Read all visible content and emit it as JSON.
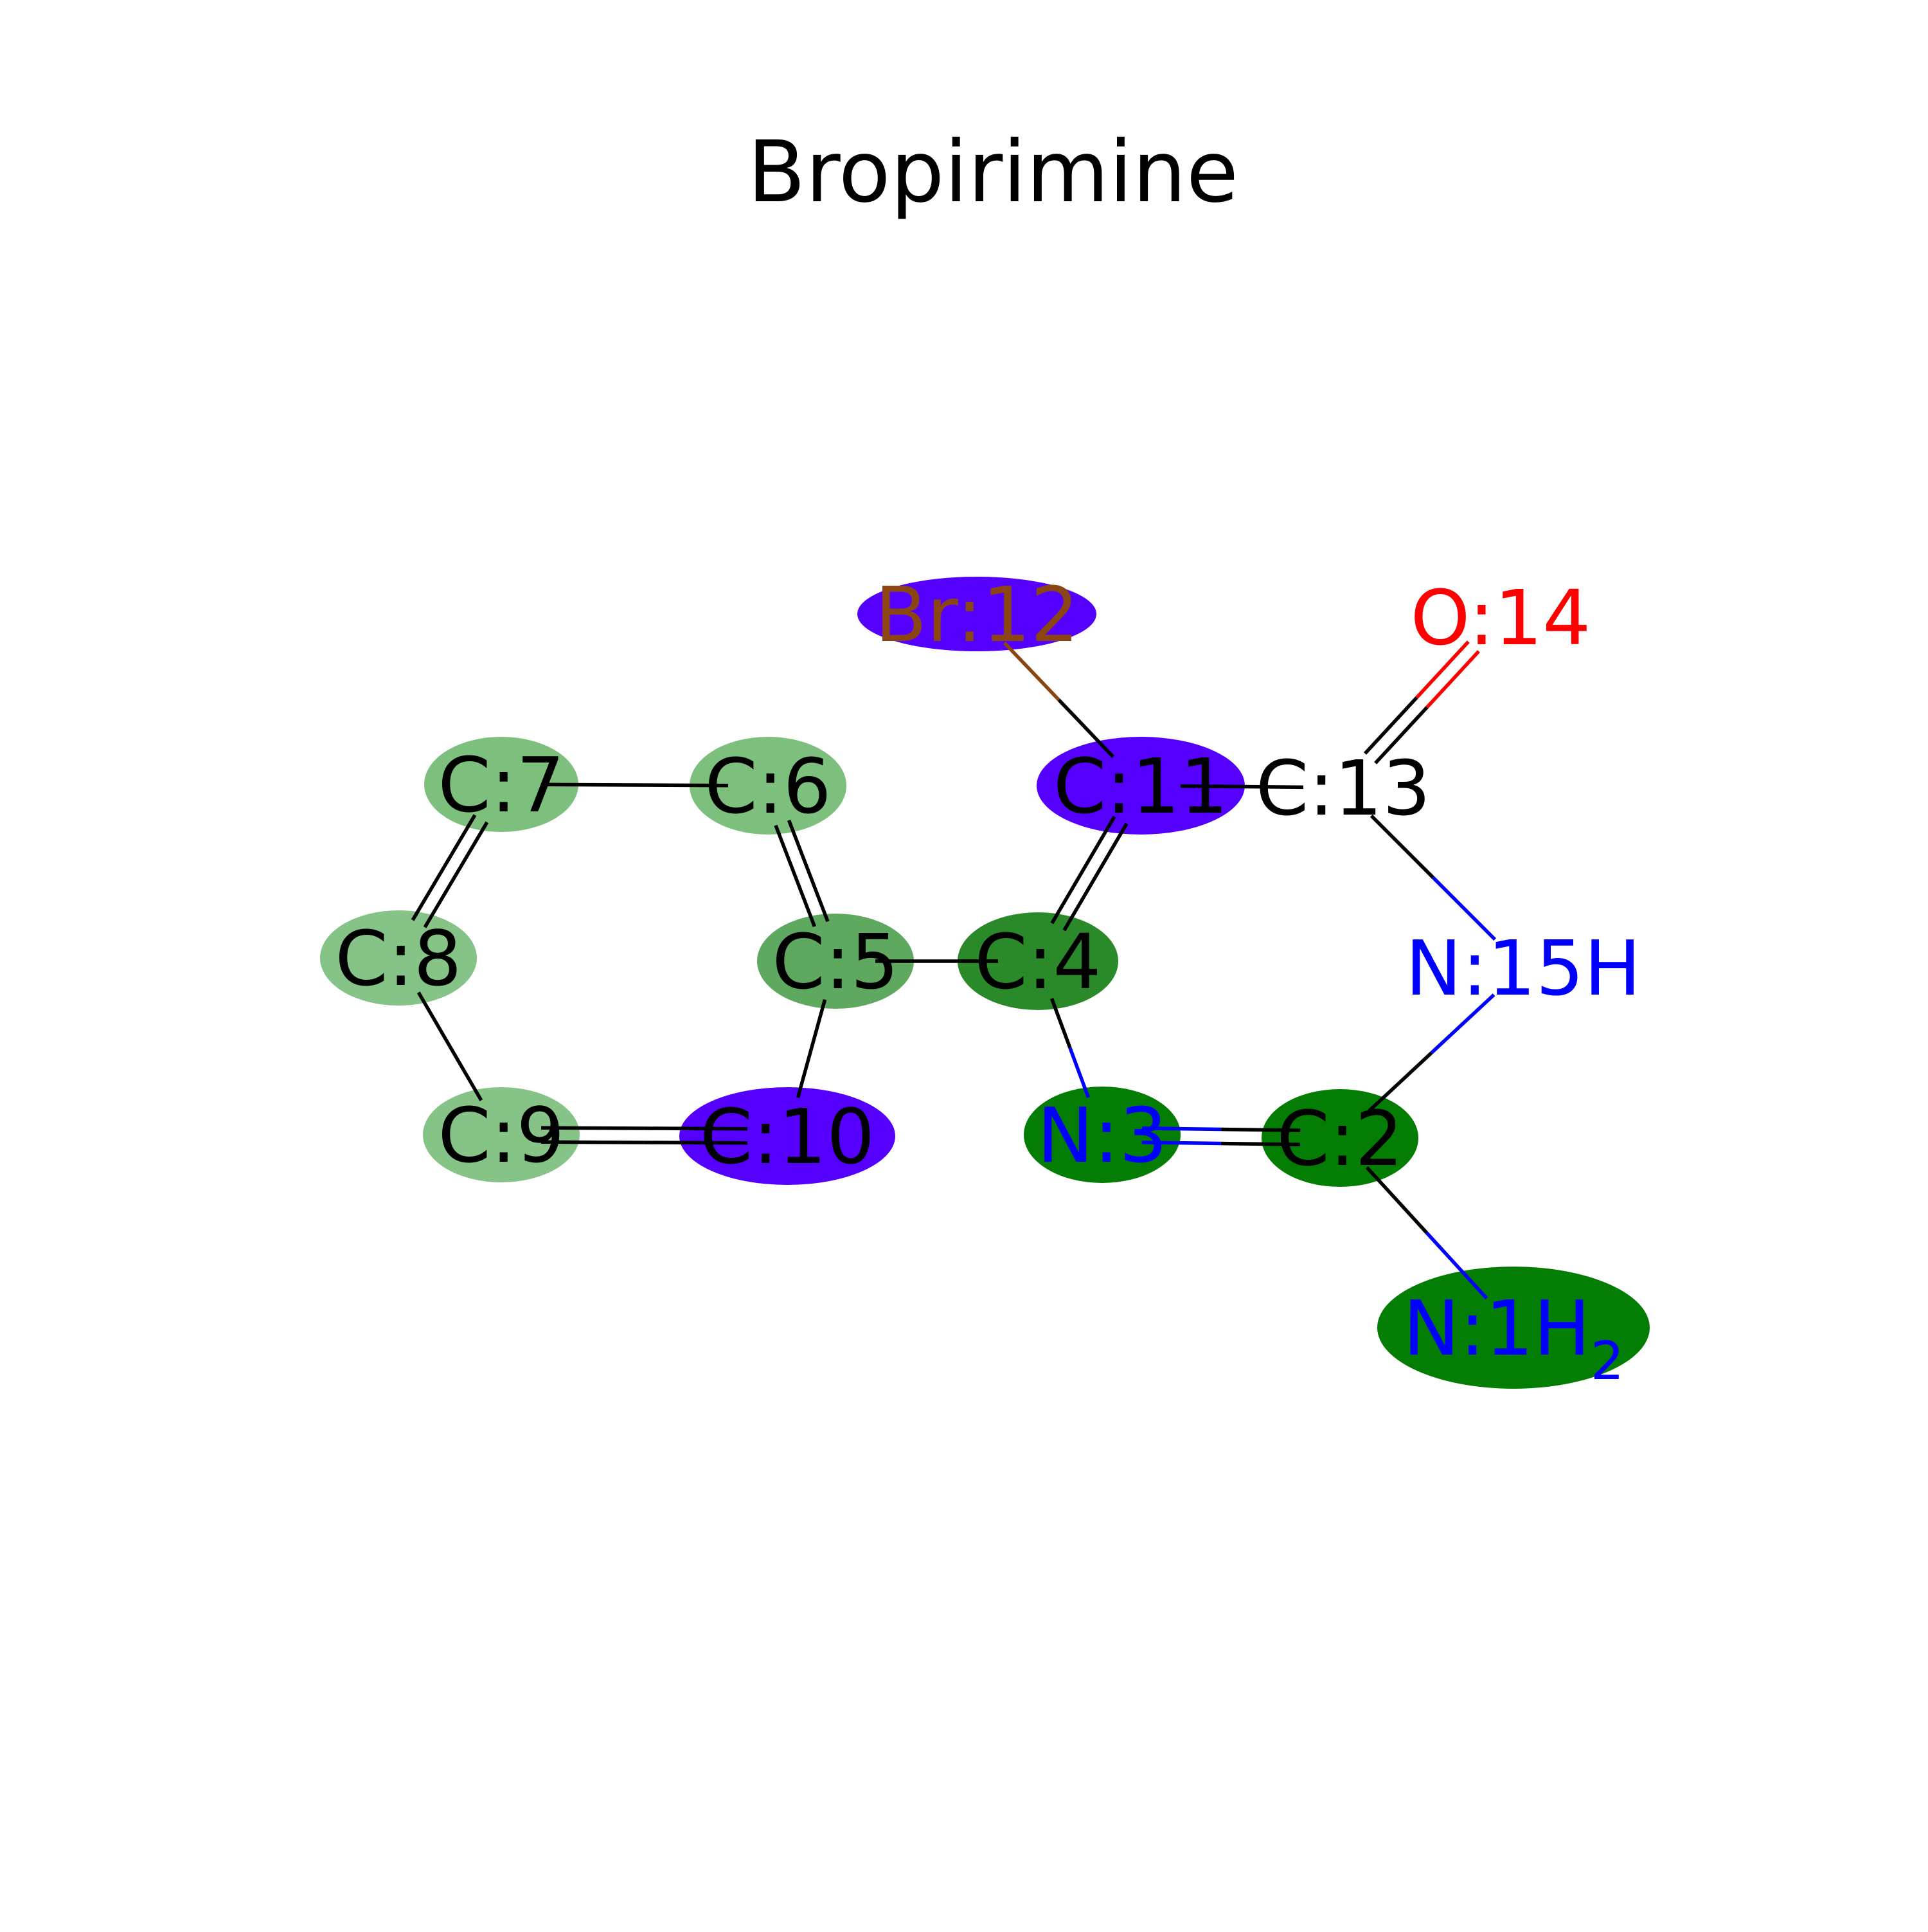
{
  "title": "Bropirimine",
  "colors": {
    "violet": "#5500FF",
    "dark_green": "#037D03",
    "mid_green": "#2A8A2A",
    "soft_green": "#5FA85F",
    "pale_green": "#7DBF7D",
    "pale_green_2": "#86C386",
    "carbon_text": "#000000",
    "nitrogen_text": "#0000FF",
    "oxygen_text": "#FF0000",
    "bromine_text": "#8B4513"
  },
  "atoms": [
    {
      "id": "C:7",
      "label": "C:7",
      "element": "carbon",
      "highlight": "pale_green"
    },
    {
      "id": "C:6",
      "label": "C:6",
      "element": "carbon",
      "highlight": "pale_green"
    },
    {
      "id": "C:8",
      "label": "C:8",
      "element": "carbon",
      "highlight": "pale_green_2"
    },
    {
      "id": "C:5",
      "label": "C:5",
      "element": "carbon",
      "highlight": "soft_green"
    },
    {
      "id": "C:4",
      "label": "C:4",
      "element": "carbon",
      "highlight": "mid_green"
    },
    {
      "id": "C:9",
      "label": "C:9",
      "element": "carbon",
      "highlight": "pale_green_2"
    },
    {
      "id": "C:10",
      "label": "C:10",
      "element": "carbon",
      "highlight": "violet"
    },
    {
      "id": "N:3",
      "label": "N:3",
      "element": "nitrogen",
      "highlight": "dark_green"
    },
    {
      "id": "C:2",
      "label": "C:2",
      "element": "carbon",
      "highlight": "dark_green"
    },
    {
      "id": "N:1H2",
      "label": "N:1H",
      "subscript": "2",
      "element": "nitrogen",
      "highlight": "dark_green"
    },
    {
      "id": "N:15H",
      "label": "N:15H",
      "element": "nitrogen",
      "highlight": "none"
    },
    {
      "id": "C:13",
      "label": "C:13",
      "element": "carbon",
      "highlight": "none"
    },
    {
      "id": "C:11",
      "label": "C:11",
      "element": "carbon",
      "highlight": "violet"
    },
    {
      "id": "Br:12",
      "label": "Br:12",
      "element": "bromine",
      "highlight": "violet"
    },
    {
      "id": "O:14",
      "label": "O:14",
      "element": "oxygen",
      "highlight": "none"
    }
  ],
  "bonds": [
    {
      "from": "C:7",
      "to": "C:6",
      "order": 1
    },
    {
      "from": "C:7",
      "to": "C:8",
      "order": 2
    },
    {
      "from": "C:6",
      "to": "C:5",
      "order": 2
    },
    {
      "from": "C:8",
      "to": "C:9",
      "order": 1
    },
    {
      "from": "C:9",
      "to": "C:10",
      "order": 2
    },
    {
      "from": "C:10",
      "to": "C:5",
      "order": 1
    },
    {
      "from": "C:5",
      "to": "C:4",
      "order": 1
    },
    {
      "from": "C:4",
      "to": "C:11",
      "order": 2
    },
    {
      "from": "C:4",
      "to": "N:3",
      "order": 1
    },
    {
      "from": "N:3",
      "to": "C:2",
      "order": 2
    },
    {
      "from": "C:2",
      "to": "N:1H2",
      "order": 1
    },
    {
      "from": "C:2",
      "to": "N:15H",
      "order": 1
    },
    {
      "from": "N:15H",
      "to": "C:13",
      "order": 1
    },
    {
      "from": "C:13",
      "to": "O:14",
      "order": 2
    },
    {
      "from": "C:13",
      "to": "C:11",
      "order": 1
    },
    {
      "from": "C:11",
      "to": "Br:12",
      "order": 1
    }
  ]
}
